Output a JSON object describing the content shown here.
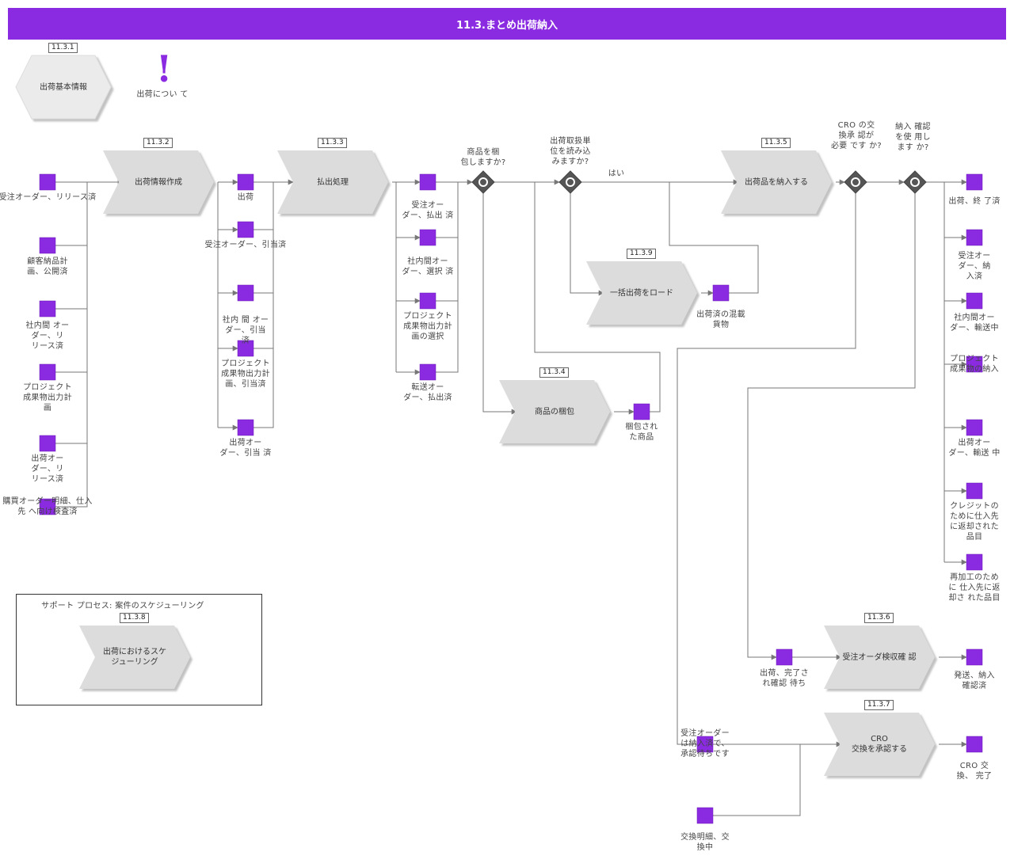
{
  "title": "11.3.まとめ出荷納入",
  "colors": {
    "header": "#8a2be2",
    "state": "#8a2be2",
    "step": "#dcdcdc",
    "gateway": "#555555"
  },
  "info": {
    "id": "11.3.1",
    "hex_label": "出荷基本情報",
    "note_label": "出荷につい て",
    "note_icon": "exclamation-icon"
  },
  "steps": {
    "s2": {
      "id": "11.3.2",
      "label": "出荷情報作成"
    },
    "s3": {
      "id": "11.3.3",
      "label": "払出処理"
    },
    "s4": {
      "id": "11.3.4",
      "label": "商品の梱包"
    },
    "s5": {
      "id": "11.3.5",
      "label": "出荷品を納入する"
    },
    "s6": {
      "id": "11.3.6",
      "label": "受注オーダ検収確 認"
    },
    "s7": {
      "id": "11.3.7",
      "label": "CRO\n交換を承認する"
    },
    "s8": {
      "id": "11.3.8",
      "label": "出荷におけるスケ\nジューリング"
    },
    "s9": {
      "id": "11.3.9",
      "label": "一括出荷をロード"
    }
  },
  "support": {
    "title": "サポート プロセス: 案件のスケジューリング"
  },
  "questions": {
    "q1": "商品を梱\n包しますか?",
    "q2": "出荷取扱単\n位を読み込\nみますか?",
    "yes": "はい",
    "q3": "CRO の交\n換承 認が\n必要 です か?",
    "q4": "納入 確認\nを使 用し\nます か?"
  },
  "inputs": [
    "受注オーダー、リリース済",
    "顧客納品計\n画、公開済",
    "社内間 オー\nダー、リ\nリース済",
    "プロジェクト\n成果物出力計\n画",
    "出荷オー\nダー、リ\nリース済",
    "購買オーダー明細、仕入\n先 へ向け検査済"
  ],
  "after_s2": [
    "出荷",
    "受注オーダー、引当済",
    "社内 間 オー\nダー、引当\n済",
    "プロジェクト\n成果物出力計\n画、引当済",
    "出荷オー\nダー、引当 済"
  ],
  "after_s3": [
    "受注オー\nダー、払出 済",
    "社内間オー\nダー、選択 済",
    "プロジェクト\n成果物出力計\n画の選択",
    "転送オー\nダー、払出済"
  ],
  "packed": "梱包され\nた商品",
  "consolidated": "出荷済の混載\n貨物",
  "outputs": [
    "出荷、終 了済",
    "受注オー\nダー、納\n入済",
    "社内間オー\nダー、輸送中",
    "プロジェクト\n成果物の納入",
    "出荷オー\nダー、輸送 中",
    "クレジットの\nために仕入先\nに返却された\n品目",
    "再加工のため\nに 仕入先に返\n却さ れた品目"
  ],
  "s6_in": "出荷、完了さ\nれ確認 待ち",
  "s6_out": "発送、納入\n確認済",
  "s7_in1": "受注オーダー\nは納入済で、\n承認待ちです",
  "s7_in2": "交換明細、交\n換中",
  "s7_out": "CRO 交\n換、 完了"
}
